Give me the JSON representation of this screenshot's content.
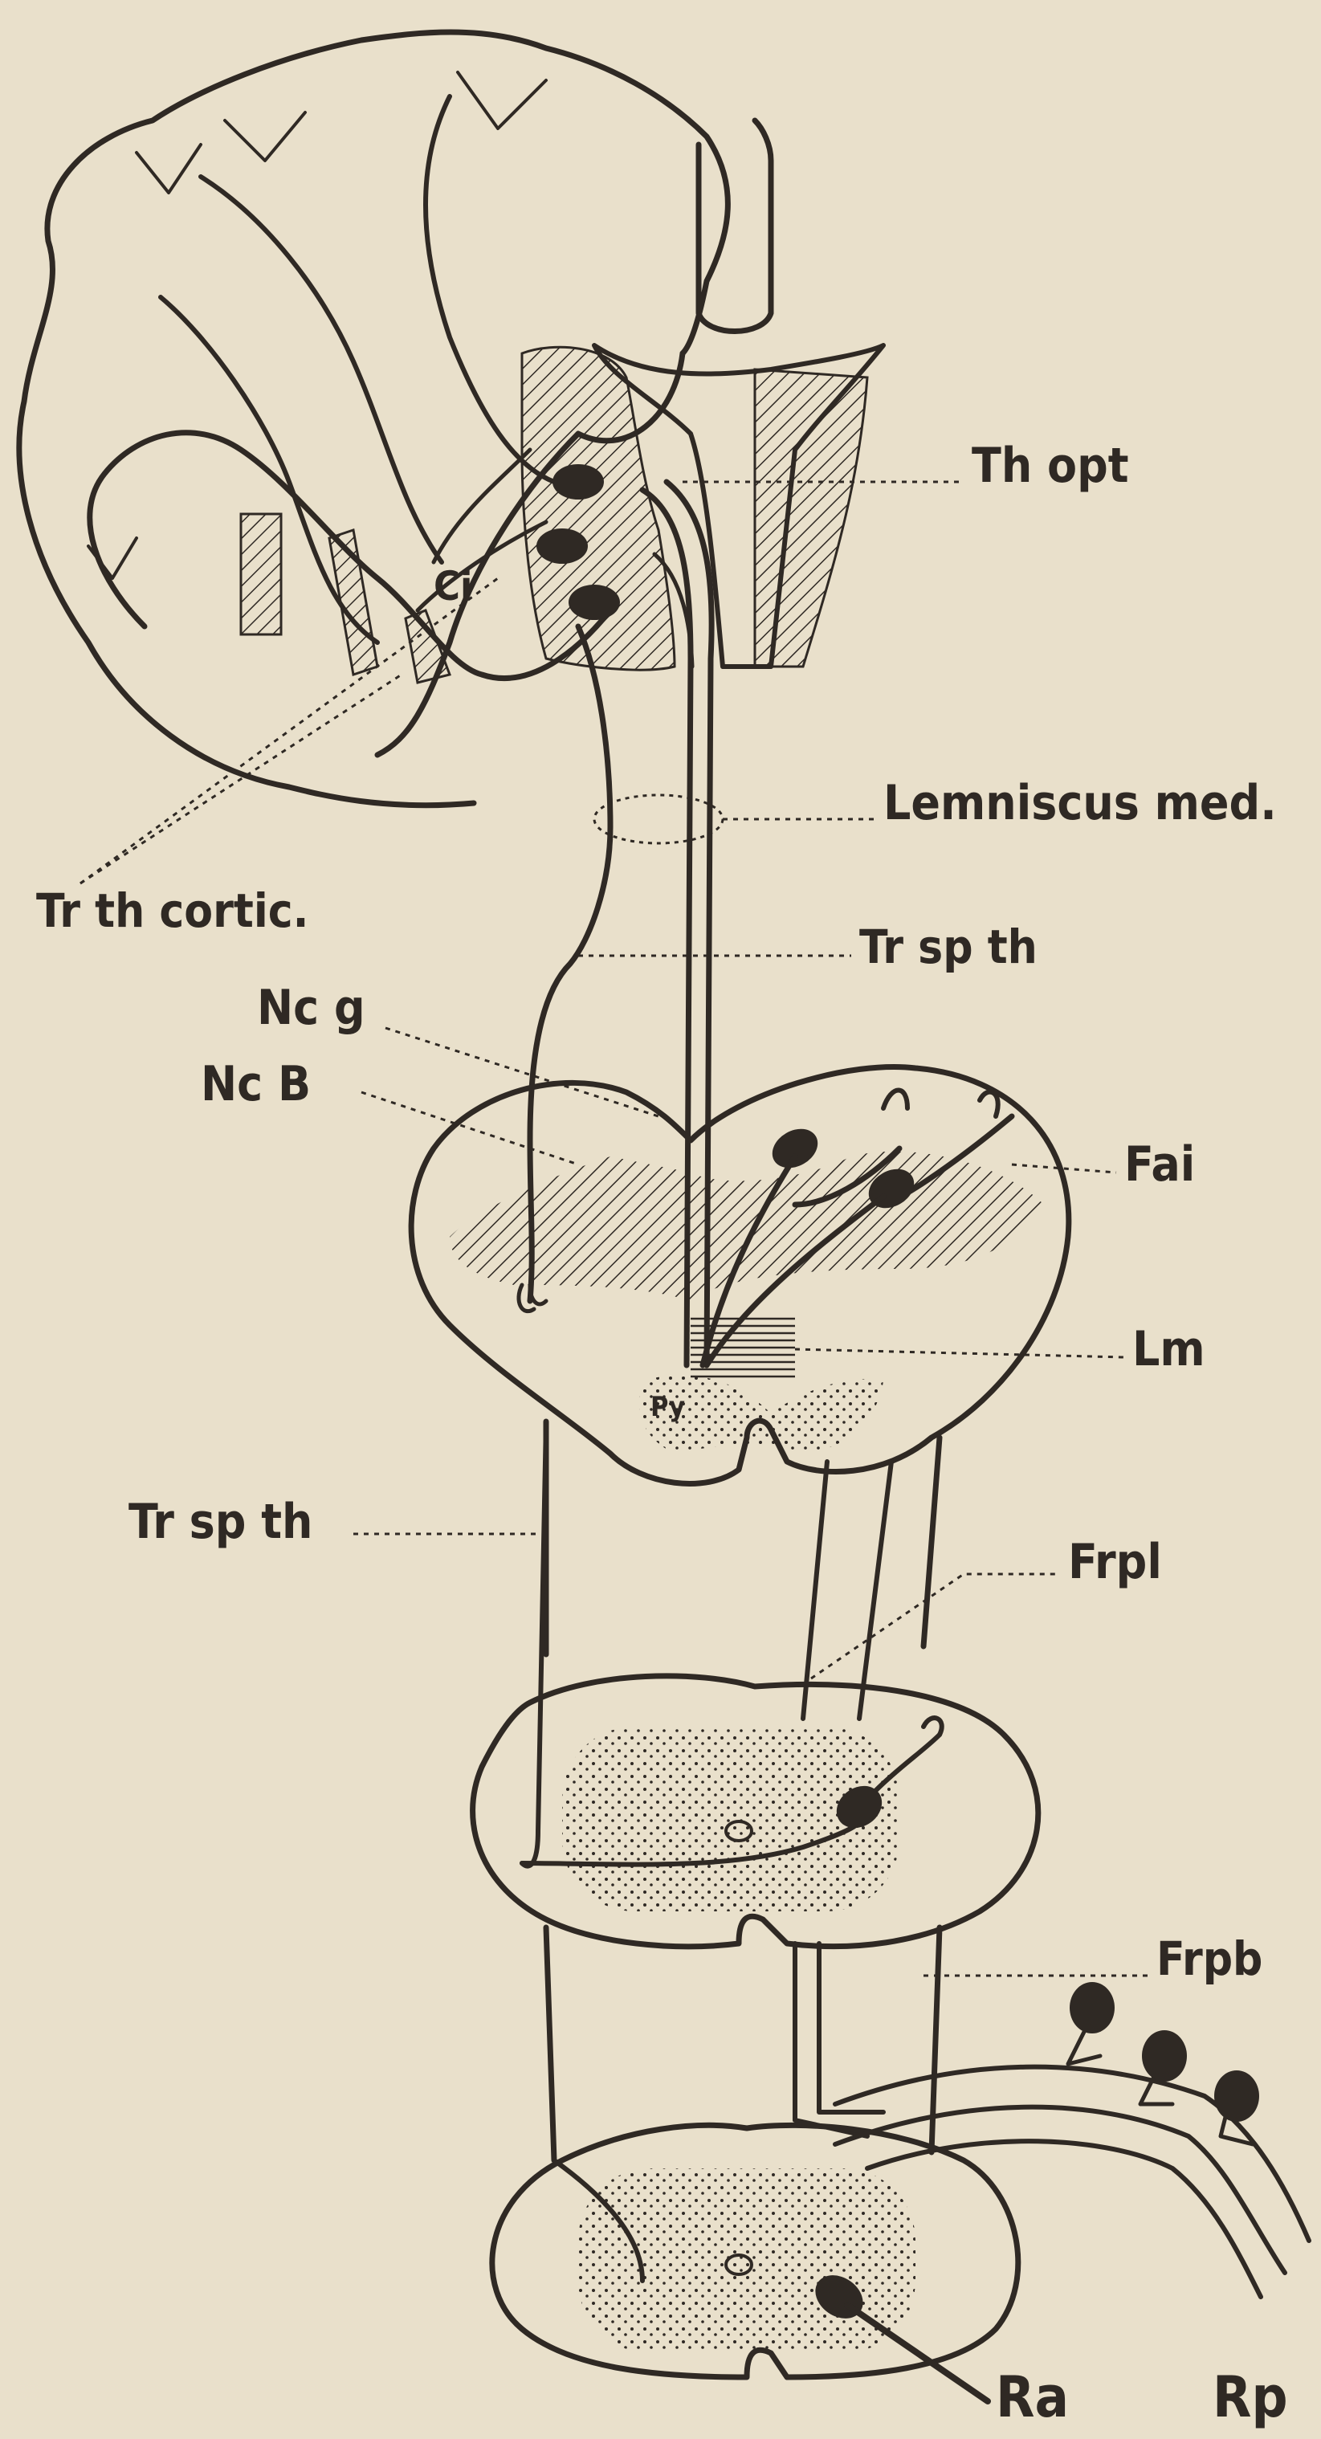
{
  "labels": {
    "th_opt": "Th opt",
    "ci": "Ci",
    "lemniscus_med": "Lemniscus med.",
    "tr_th_cortic": "Tr th cortic.",
    "tr_sp_th_upper": "Tr sp th",
    "nc_g": "Nc g",
    "nc_b": "Nc B",
    "fai": "Fai",
    "lm": "Lm",
    "py": "Py",
    "tr_sp_th_lower": "Tr sp th",
    "frpl": "Frpl",
    "frpb": "Frpb",
    "ra": "Ra",
    "rp": "Rp"
  },
  "colors": {
    "paper": "#e9e0cb",
    "ink": "#2f2924"
  }
}
